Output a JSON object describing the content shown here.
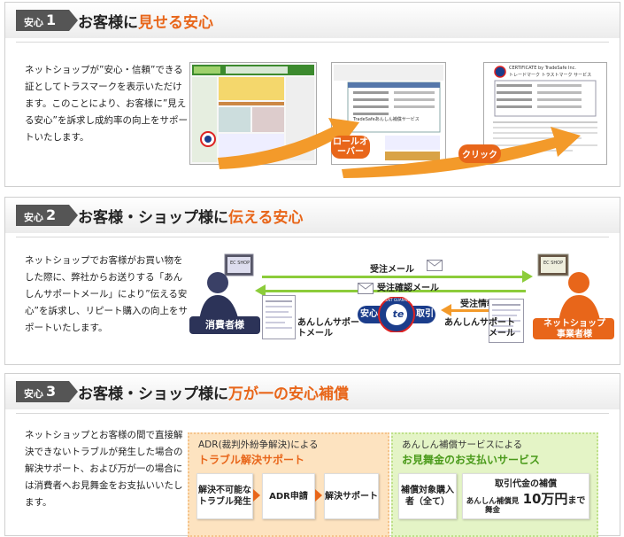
{
  "panels": [
    {
      "badge_small": "安心",
      "badge_num": "1",
      "title_plain": "お客様に",
      "title_highlight": "見せる安心",
      "description": "ネットショップが”安心・信頼”できる証としてトラスマークを表示いただけます。このことにより、お客様に”見える安心”を訴求し成約率の向上をサポートいたします。",
      "arrow1": "ロールオーバー",
      "arrow2": "クリック",
      "cert_title": "CERTIFICATE by TradeSafe Inc.",
      "cert_subtitle": "トレードマーク トラストマーク サービス",
      "popup_title": "TradeSafeあんしん補償サービス"
    },
    {
      "badge_small": "安心",
      "badge_num": "2",
      "title_plain": "お客様・ショップ様に",
      "title_highlight": "伝える安心",
      "description": "ネットショップでお客様がお買い物をした際に、弊社からお送りする「あんしんサポートメール」により”伝える安心”を訴求し、リピート購入の向上をサポートいたします。",
      "order_mail": "受注メール",
      "confirm_mail": "受注確認メール",
      "order_info": "受注情報",
      "consumer": "消費者様",
      "shop": "ネットショップ事業者様",
      "support_mail_left": "あんしんサポートメール",
      "support_mail_right": "あんしんサポートメール",
      "seal_left": "安心",
      "seal_right": "取引",
      "seal_ring": "TRUST GUARANTEE",
      "seal_center": "te",
      "monitor_label": "EC SHOP"
    },
    {
      "badge_small": "安心",
      "badge_num": "3",
      "title_plain": "お客様・ショップ様に",
      "title_highlight": "万が一の安心補償",
      "description": "ネットショップとお客様の間で直接解決できないトラブルが発生した場合の解決サポート、および万が一の場合には消費者へお見舞金をお支払いいたします。",
      "adr_head1": "ADR(裁判外紛争解決)による",
      "adr_head2": "トラブル解決サポート",
      "adr_steps": [
        "解決不可能なトラブル発生",
        "ADR申請",
        "解決サポート"
      ],
      "comp_head1": "あんしん補償サービスによる",
      "comp_head2": "お見舞金のお支払いサービス",
      "comp_target": "補償対象購入者（全て）",
      "comp_title": "取引代金の補償",
      "comp_sub": "あんしん補償見舞金",
      "comp_amount": "10万円",
      "comp_suffix": "まで"
    }
  ],
  "colors": {
    "accent": "#e8661a",
    "green": "#8ccc3a",
    "badge": "#555555"
  }
}
